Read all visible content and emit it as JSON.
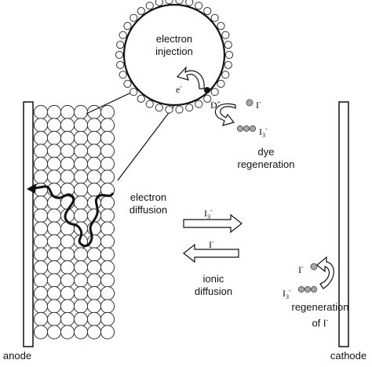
{
  "labels": {
    "electron_injection_1": "electron",
    "electron_injection_2": "injection",
    "dye_regeneration_1": "dye",
    "dye_regeneration_2": "regeneration",
    "electron_diffusion_1": "electron",
    "electron_diffusion_2": "diffusion",
    "ionic_diffusion_1": "ionic",
    "ionic_diffusion_2": "diffusion",
    "regeneration_1": "regeneration",
    "regeneration_2": "of I",
    "anode": "anode",
    "cathode": "cathode"
  },
  "species": {
    "electron": "e",
    "electron_charge": "-",
    "dye_cation": "D",
    "dye_charge": "+",
    "iodide": "I",
    "iodide_charge": "-",
    "triiodide": "I",
    "triiodide_sub": "3",
    "triiodide_charge": "-"
  },
  "colors": {
    "line": "#111111",
    "ion_gray": "#a8a8a8",
    "arrow_fill": "#ffffff"
  }
}
